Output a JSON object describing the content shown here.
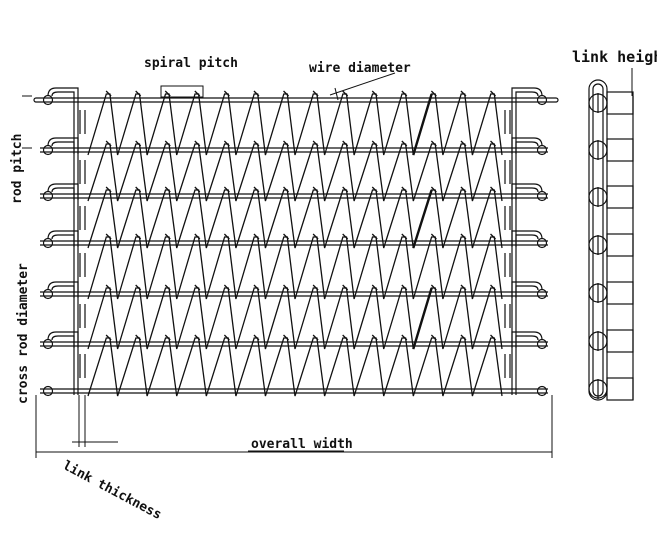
{
  "labels": {
    "spiral_pitch": "spiral pitch",
    "wire_diameter": "wire diameter",
    "link_height": "link height",
    "rod_pitch": "rod pitch",
    "cross_rod_diameter": "cross rod diameter",
    "overall_width": "overall width",
    "link_thickness": "link thickness"
  },
  "colors": {
    "line": "#111111",
    "background": "#ffffff"
  }
}
